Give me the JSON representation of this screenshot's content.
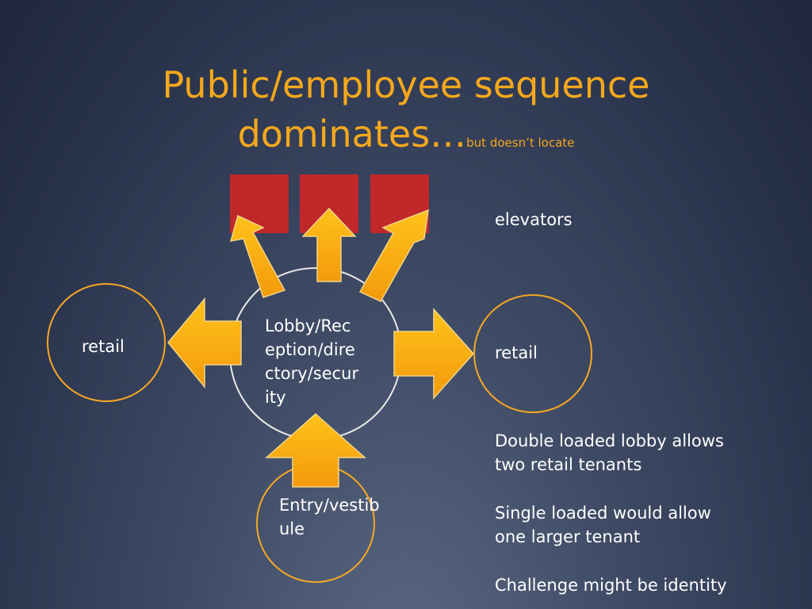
{
  "slide": {
    "title_line1": "Public/employee sequence",
    "title_line2": "dominates…",
    "title_suffix": "but doesn’t locate"
  },
  "nodes": {
    "retail_left": "retail",
    "retail_right": "retail",
    "lobby": [
      "Lobby/Rec",
      "eption/dire",
      "ctory/secur",
      "ity"
    ],
    "entry": [
      "Entry/vestib",
      "ule"
    ]
  },
  "labels": {
    "elevators": "elevators"
  },
  "notes": [
    "Double loaded lobby allows",
    "two retail tenants",
    "Single loaded would allow",
    "one larger tenant",
    "Challenge might be identity"
  ],
  "colors": {
    "title": "#f5a81c",
    "elevator_box": "#c0282a",
    "arrow": "#f7b20c",
    "circle_outline": "#f7a823",
    "lobby_outline": "#e8e8e8"
  }
}
